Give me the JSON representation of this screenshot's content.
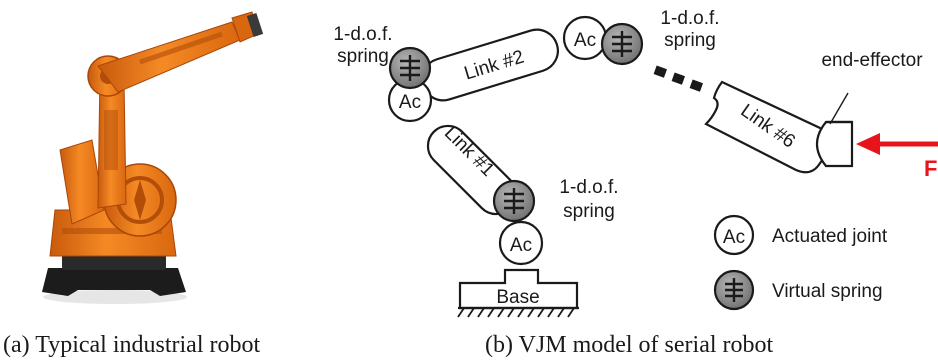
{
  "robot_photo": {
    "caption": "(a) Typical industrial robot",
    "body_color": "#f07a1a",
    "shadow_color": "#b34e09",
    "base_color": "#1c1c1c"
  },
  "vjm_model": {
    "caption": "(b) VJM model of serial robot",
    "base_label": "Base",
    "link1_label": "Link #1",
    "link2_label": "Link #2",
    "link6_label": "Link #6",
    "joint_label": "Ac",
    "spring_top_left": [
      "1-d.o.f.",
      "spring"
    ],
    "spring_top_right": [
      "1-d.o.f.",
      "spring"
    ],
    "spring_bottom": [
      "1-d.o.f.",
      "spring"
    ],
    "end_effector_label": "end-effector",
    "force_label": "F",
    "force_color": "#e8141b"
  },
  "legend": {
    "joint_symbol": "Ac",
    "joint_text": "Actuated joint",
    "spring_text": "Virtual spring",
    "spring_fill": "#8c8c8c"
  }
}
